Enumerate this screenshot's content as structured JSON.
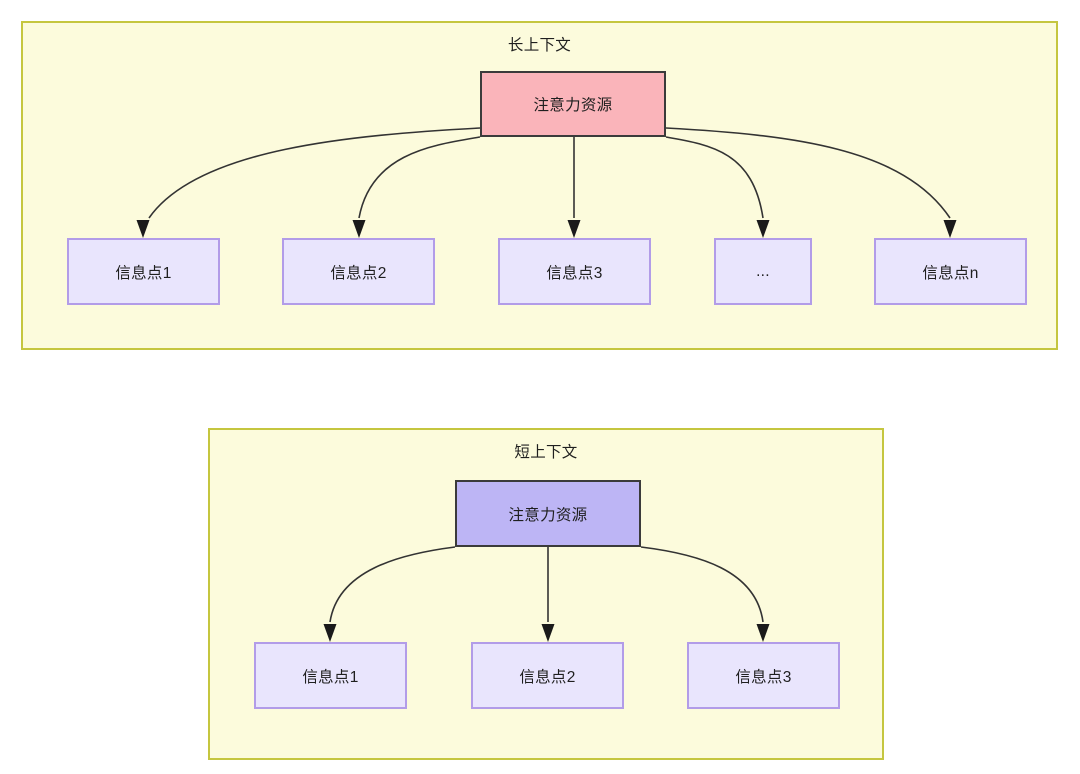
{
  "diagram": {
    "type": "tree-diagram",
    "background_color": "#ffffff",
    "panels": [
      {
        "id": "long-context",
        "title": "长上下文",
        "fill_color": "#fcfbdc",
        "border_color": "#c5c63f",
        "root": {
          "label": "注意力资源",
          "fill_color": "#fab4ba",
          "border_color": "#3b3b3b"
        },
        "leaves": [
          {
            "label": "信息点1"
          },
          {
            "label": "信息点2"
          },
          {
            "label": "信息点3"
          },
          {
            "label": "..."
          },
          {
            "label": "信息点n"
          }
        ],
        "leaf_fill_color": "#e9e5fd",
        "leaf_border_color": "#b29ce8",
        "edge_color": "#333333",
        "edge_count": 5
      },
      {
        "id": "short-context",
        "title": "短上下文",
        "fill_color": "#fcfbdc",
        "border_color": "#c5c63f",
        "root": {
          "label": "注意力资源",
          "fill_color": "#bdb5f5",
          "border_color": "#3b3b3b"
        },
        "leaves": [
          {
            "label": "信息点1"
          },
          {
            "label": "信息点2"
          },
          {
            "label": "信息点3"
          }
        ],
        "leaf_fill_color": "#e9e5fd",
        "leaf_border_color": "#b29ce8",
        "edge_color": "#333333",
        "edge_count": 3
      }
    ]
  }
}
